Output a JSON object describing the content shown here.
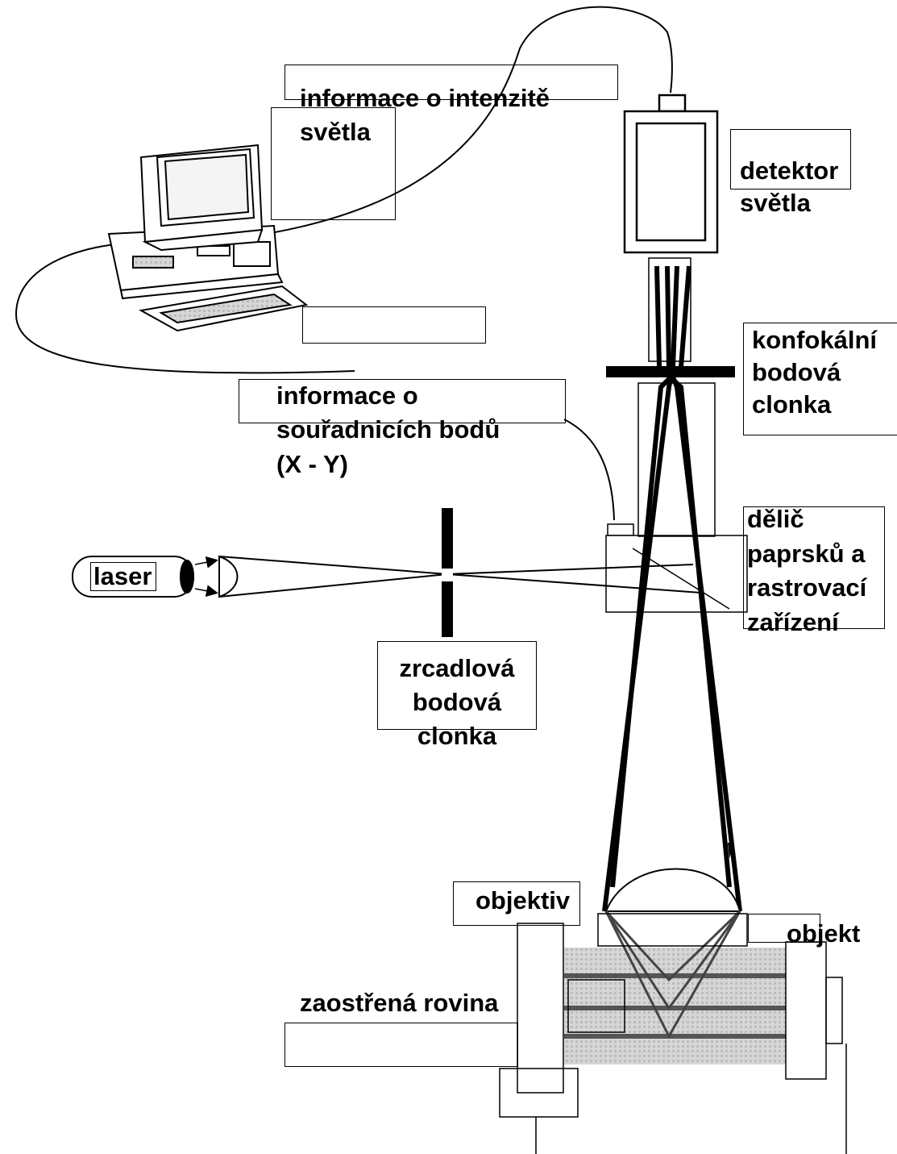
{
  "labels": {
    "light_intensity_info": [
      "informace o intenzitě",
      "světla"
    ],
    "light_detector": [
      "detektor",
      "světla"
    ],
    "confocal_pinhole": [
      "konfokální",
      "bodová",
      "clonka"
    ],
    "coordinates_info": [
      "informace o",
      "souřadnicích bodů",
      "(X - Y)"
    ],
    "beam_splitter_scanner": [
      "dělič",
      "paprsků a",
      "rastrovací",
      "zařízení"
    ],
    "laser": "laser",
    "mirror_pinhole": [
      "zrcadlová",
      "bodová",
      "clonka"
    ],
    "objective": "objektiv",
    "object": "objekt",
    "focal_plane": "zaostřená rovina"
  }
}
